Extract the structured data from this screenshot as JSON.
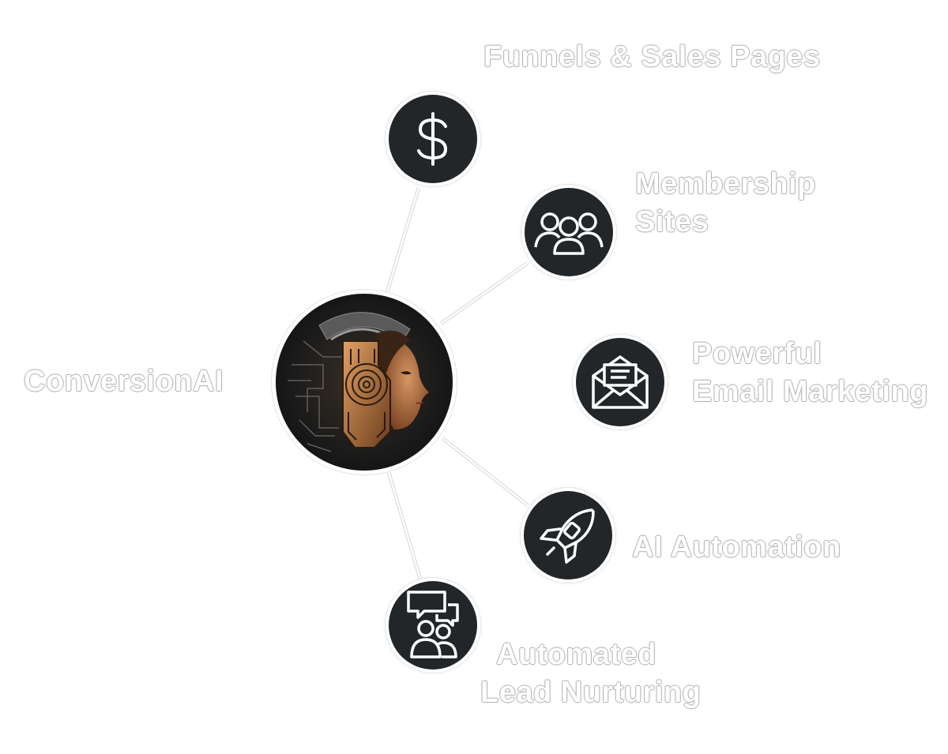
{
  "hub": {
    "label": "ConversionAI"
  },
  "features": [
    {
      "id": "funnels",
      "label_lines": [
        "Funnels & Sales Pages"
      ],
      "icon": "dollar-icon"
    },
    {
      "id": "membership",
      "label_lines": [
        "Membership",
        "Sites"
      ],
      "icon": "group-icon"
    },
    {
      "id": "email",
      "label_lines": [
        "Powerful",
        "Email Marketing"
      ],
      "icon": "envelope-icon"
    },
    {
      "id": "automation",
      "label_lines": [
        "AI Automation"
      ],
      "icon": "rocket-icon"
    },
    {
      "id": "lead",
      "label_lines": [
        "Automated",
        "Lead Nurturing"
      ],
      "icon": "chat-users-icon"
    }
  ],
  "colors": {
    "node_fill": "#232628",
    "icon_stroke": "#ffffff",
    "label_text": "#ffffff"
  }
}
